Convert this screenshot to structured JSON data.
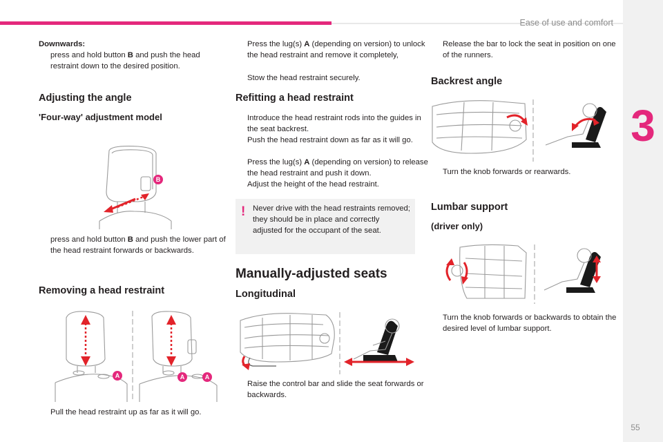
{
  "header": {
    "chapter_title": "Ease of use and comfort",
    "chapter_number": "3",
    "page_number": "55"
  },
  "bullet_glyph": "",
  "col1": {
    "downwards_label": "Downwards:",
    "downwards_text_pre": "press and hold button ",
    "downwards_key": "B",
    "downwards_text_post": " and push the head restraint down to the desired position.",
    "adjusting_heading": "Adjusting the angle",
    "fourway_heading": "'Four-way' adjustment model",
    "fourway_text_pre": "press and hold button ",
    "fourway_key": "B",
    "fourway_text_post": " and push the lower part of the head restraint forwards or backwards.",
    "removing_heading": "Removing a head restraint",
    "removing_text": "Pull the head restraint up as far as it will go."
  },
  "col2": {
    "press_lug_pre": "Press the lug(s) ",
    "press_lug_key": "A",
    "press_lug_post": " (depending on version) to unlock the head restraint and remove it completely,",
    "stow_text": "Stow the head restraint securely.",
    "refitting_heading": "Refitting a head restraint",
    "refit_1": "Introduce the head restraint rods into the guides in the seat backrest.",
    "refit_2": "Push the head restraint down as far as it will go.",
    "refit_3_pre": "Press the lug(s) ",
    "refit_3_key": "A",
    "refit_3_post": " (depending on version) to release the head restraint and push it down.",
    "refit_4": "Adjust the height of the head restraint.",
    "warning_mark": "!",
    "warning_text": "Never drive with the head restraints removed; they should be in place and correctly adjusted for the occupant of the seat.",
    "manual_heading": "Manually-adjusted seats",
    "longitudinal_heading": "Longitudinal",
    "longitudinal_text": "Raise the control bar and slide the seat forwards or backwards."
  },
  "col3": {
    "release_text": "Release the bar to lock the seat in position on one of the runners.",
    "backrest_heading": "Backrest angle",
    "backrest_text": "Turn the knob forwards or rearwards.",
    "lumbar_heading": "Lumbar support",
    "driver_only": "(driver only)",
    "lumbar_text": "Turn the knob forwards or backwards to obtain the desired level of lumbar support."
  },
  "callouts": {
    "b": "B",
    "a": "A"
  }
}
